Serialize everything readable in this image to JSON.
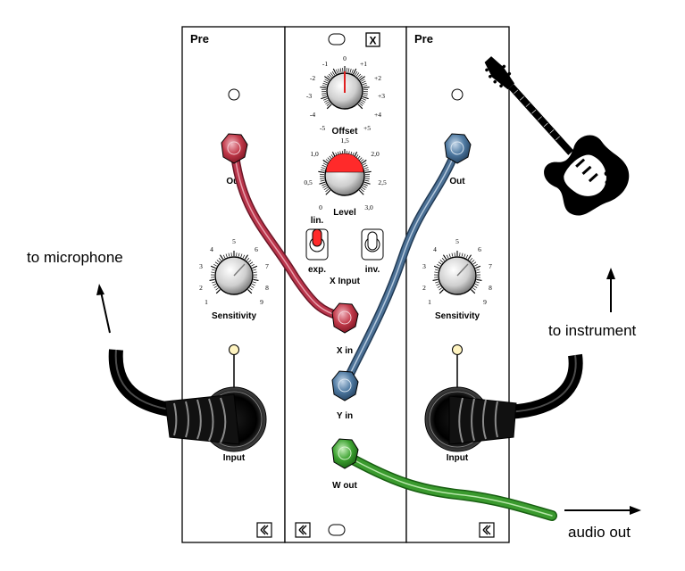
{
  "left_module": {
    "title": "Pre",
    "out_label": "Out",
    "sensitivity_label": "Sensitivity",
    "sensitivity_ticks": [
      "1",
      "2",
      "3",
      "4",
      "5",
      "6",
      "7",
      "8",
      "9"
    ],
    "input_label": "Input"
  },
  "right_module": {
    "title": "Pre",
    "out_label": "Out",
    "sensitivity_label": "Sensitivity",
    "sensitivity_ticks": [
      "1",
      "2",
      "3",
      "4",
      "5",
      "6",
      "7",
      "8",
      "9"
    ],
    "input_label": "Input"
  },
  "center_module": {
    "badge": "X",
    "offset_label": "Offset",
    "offset_ticks": [
      "-5",
      "-4",
      "-3",
      "-2",
      "-1",
      "0",
      "+1",
      "+2",
      "+3",
      "+4",
      "+5"
    ],
    "level_label": "Level",
    "level_ticks": [
      "0",
      "0,5",
      "1,0",
      "1,5",
      "2,0",
      "2,5",
      "3,0"
    ],
    "switch_lin": "lin.",
    "switch_exp": "exp.",
    "switch_inv": "inv.",
    "x_input_label": "X Input",
    "x_in_label": "X in",
    "y_in_label": "Y in",
    "w_out_label": "W out"
  },
  "annotations": {
    "to_microphone": "to microphone",
    "to_instrument": "to instrument",
    "audio_out": "audio out"
  },
  "colors": {
    "red_cable": "#b8344a",
    "blue_cable": "#4a6f94",
    "green_cable": "#3a9a2e",
    "black_cable": "#111111",
    "led": "#fff4c0",
    "level_fill": "#ff2a2a"
  }
}
